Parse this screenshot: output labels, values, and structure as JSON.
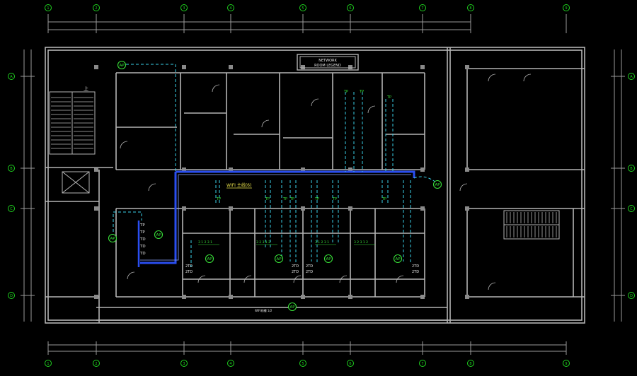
{
  "colors": {
    "background": "#000000",
    "wall": "#b4b4b4",
    "grid_marker": "#1fd21f",
    "cable_cyan": "#3ad0e8",
    "trunk_blue": "#2a4ef0",
    "label_yellow": "#e8e04a",
    "label_green": "#38e038",
    "text_white": "#e6e6e6"
  },
  "grid_markers": {
    "top_numbers": [
      "1",
      "2",
      "3",
      "4",
      "5",
      "6",
      "7",
      "8",
      "9"
    ],
    "bottom_numbers": [
      "1",
      "2",
      "3",
      "4",
      "5",
      "6",
      "7",
      "8",
      "9"
    ],
    "left_letters": [
      "A",
      "B",
      "C",
      "D"
    ],
    "right_letters": [
      "A",
      "B",
      "C",
      "D"
    ]
  },
  "title_box": {
    "line1": "NETWORK",
    "line2": "ROOM LEGEND"
  },
  "trunk_label": "WIFI 主线(6)",
  "access_points": [
    "AP",
    "AP",
    "AP",
    "AP",
    "AP",
    "AP",
    "AP",
    "AP"
  ],
  "tp_labels": [
    "TP",
    "TP",
    "TP",
    "TP",
    "TP",
    "TP",
    "TP",
    "TP",
    "TP",
    "TP"
  ],
  "tv_stack": [
    "TP",
    "TP",
    "TD",
    "TD",
    "TD"
  ],
  "room_tags": [
    "2TD",
    "2TD",
    "2TD",
    "2TD",
    "2TD",
    "2TD",
    "2TD",
    "2TD"
  ],
  "small_green_labels": [
    "3 1 2 3 1",
    "3 2 3 1 2",
    "3 1 2 3 1",
    "3 2 3 1 2"
  ],
  "stair_label": "上",
  "corridor_label": "WIFI线槽 1/2"
}
